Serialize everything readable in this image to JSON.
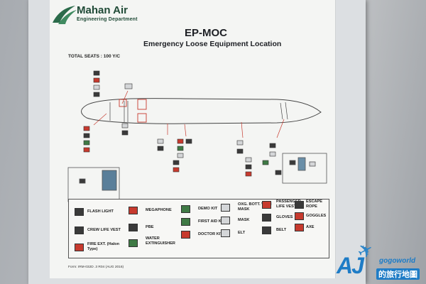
{
  "header": {
    "brand_name": "Mahan Air",
    "brand_department": "Engineering Department",
    "title": "EP-MOC",
    "subtitle": "Emergency  Loose Equipment Location",
    "total_seats": "TOTAL SEATS : 100  Y/C"
  },
  "legend": {
    "items": [
      {
        "label": "FLASH LIGHT",
        "icon": "flashlight-icon"
      },
      {
        "label": "CREW LIFE VEST",
        "icon": "crew-life-vest-icon"
      },
      {
        "label": "FIRE EXT. (Halon Type)",
        "icon": "fire-extinguisher-icon"
      },
      {
        "label": "MEGAPHONE",
        "icon": "megaphone-icon"
      },
      {
        "label": "PBE",
        "icon": "pbe-icon"
      },
      {
        "label": "WATER EXTINGUISHER",
        "icon": "water-extinguisher-icon"
      },
      {
        "label": "DEMO KIT",
        "icon": "demo-kit-icon"
      },
      {
        "label": "FIRST AID KIT",
        "icon": "first-aid-kit-icon"
      },
      {
        "label": "DOCTOR KIT",
        "icon": "doctor-kit-icon"
      },
      {
        "label": "OXG. BOTT. WITH MASK",
        "icon": "oxygen-bottle-icon"
      },
      {
        "label": "MASK",
        "icon": "mask-icon"
      },
      {
        "label": "ELT",
        "icon": "elt-icon"
      },
      {
        "label": "PASSENGER LIFE VEST",
        "icon": "passenger-life-vest-icon"
      },
      {
        "label": "GLOVES",
        "icon": "gloves-icon"
      },
      {
        "label": "BELT",
        "icon": "belt-icon"
      },
      {
        "label": "ESCAPE ROPE",
        "icon": "escape-rope-icon"
      },
      {
        "label": "GOGGLES",
        "icon": "goggles-icon"
      },
      {
        "label": "AXE",
        "icon": "axe-icon"
      }
    ]
  },
  "footer": {
    "form_ref": "Form: IRM-032D .3 R04  (AUG 2016)"
  },
  "watermark": {
    "mark": "AJ",
    "site": "gogoworld",
    "chinese": "的旅行地圖"
  },
  "colors": {
    "brand_green": "#1f4a36",
    "annotation_red": "#c73a2e",
    "watermark_blue": "#1e7cc6"
  }
}
